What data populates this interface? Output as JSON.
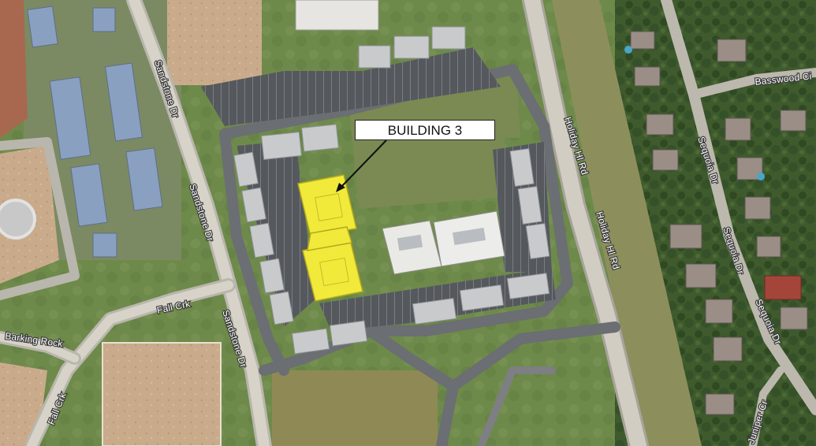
{
  "callout": {
    "label": "BUILDING 3"
  },
  "roads": {
    "sandstone_top": "Sandstone Dr",
    "sandstone_mid": "Sandstone Dr",
    "sandstone_low": "Sandstone Dr",
    "holiday_top": "Holiday Hl Rd",
    "holiday_mid": "Holiday Hl Rd",
    "basswood": "Basswood Ci",
    "sequoia_top": "Sequoia Dr",
    "sequoia_mid": "Sequoia Dr",
    "sequoia_low": "Sequoia Dr",
    "fall_crk_top": "Fall Crk",
    "fall_crk_low": "Fall Crk",
    "barking_rock": "Barking Rock",
    "juniper": "Juniper Cr"
  },
  "colors": {
    "highlight": "#f2ea3a",
    "grass": "#6e8a4a",
    "dirt": "#c7a98a",
    "road": "#6b6e72",
    "parking": "#5a5d62"
  }
}
